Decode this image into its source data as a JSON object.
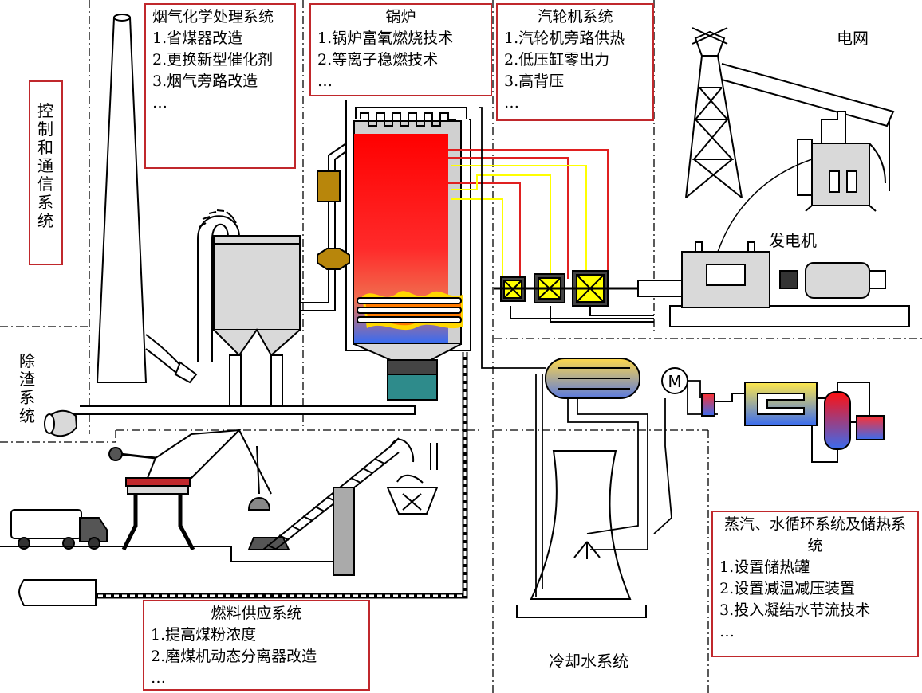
{
  "colors": {
    "box_border": "#c0282c",
    "flame_red": "#ff0000",
    "steam_line_red": "#e02020",
    "steam_line_yellow": "#ffff00",
    "cold_blue": "#3a6cf0",
    "equipment_grey": "#d9d9d9"
  },
  "labels": {
    "control": "控制和通信系统",
    "slag": "除渣系统",
    "grid": "电网",
    "generator": "发电机",
    "cooling": "冷却水系统",
    "motor": "M"
  },
  "boxes": {
    "flue_gas": {
      "title": "烟气化学处理系统",
      "items": [
        "1.省煤器改造",
        "2.更换新型催化剂",
        "3.烟气旁路改造",
        "…"
      ]
    },
    "boiler": {
      "title": "锅炉",
      "items": [
        "1.锅炉富氧燃烧技术",
        "2.等离子稳燃技术",
        "…"
      ]
    },
    "turbine": {
      "title": "汽轮机系统",
      "items": [
        "1.汽轮机旁路供热",
        "2.低压缸零出力",
        "3.高背压",
        "…"
      ]
    },
    "steam_water": {
      "title": "蒸汽、水循环系统及储热系统",
      "items": [
        "1.设置储热罐",
        "2.设置减温减压装置",
        "3.投入凝结水节流技术",
        "…"
      ]
    },
    "fuel": {
      "title": "燃料供应系统",
      "items": [
        "1.提高煤粉浓度",
        "2.磨煤机动态分离器改造",
        "…"
      ]
    }
  }
}
